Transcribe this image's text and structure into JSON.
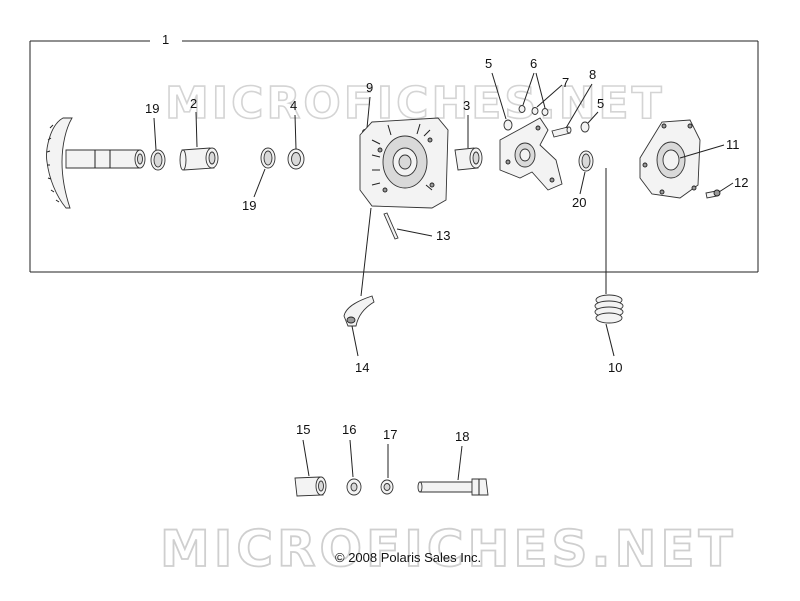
{
  "diagram": {
    "watermarks": {
      "top": "MICROFICHES.NET",
      "bottom": "MICROFICHES.NET"
    },
    "copyright": "© 2008 Polaris Sales Inc.",
    "callouts": {
      "c1": "1",
      "c2": "2",
      "c3": "3",
      "c4": "4",
      "c5a": "5",
      "c5b": "5",
      "c6": "6",
      "c7": "7",
      "c8": "8",
      "c9": "9",
      "c10": "10",
      "c11": "11",
      "c12": "12",
      "c13": "13",
      "c14": "14",
      "c15": "15",
      "c16": "16",
      "c17": "17",
      "c18": "18",
      "c19a": "19",
      "c19b": "19",
      "c20": "20"
    }
  }
}
